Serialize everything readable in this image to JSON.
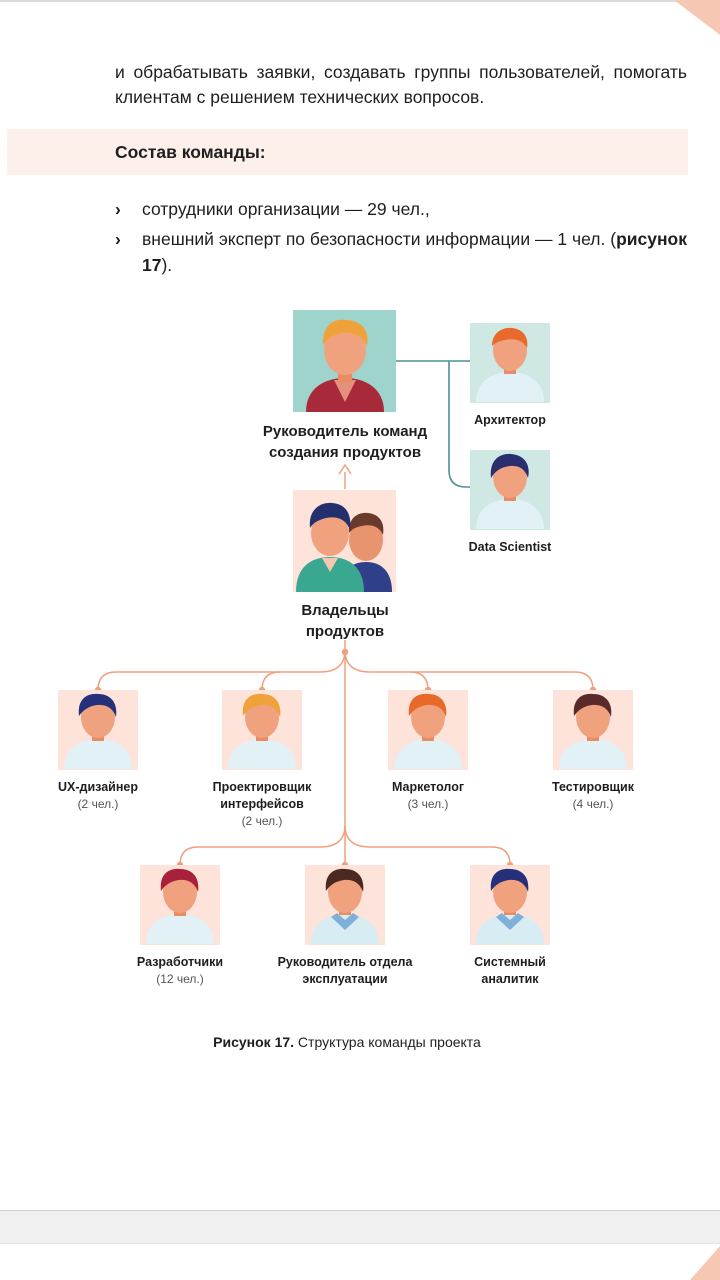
{
  "paragraph": "и обрабатывать заявки, создавать группы пользователей, помогать клиентам с решением технических вопросов.",
  "section_title": "Состав команды:",
  "bullets": [
    {
      "text": "сотрудники организации — 29 чел.,",
      "ref": "",
      "after": ""
    },
    {
      "text": "внешний эксперт по безопасности информации — 1 чел. (",
      "ref": "рисунок 17",
      "after": ")."
    }
  ],
  "bullet_symbol": "›",
  "diagram": {
    "head": {
      "line1": "Руководитель команд",
      "line2": "создания продуктов"
    },
    "architect": "Архитектор",
    "data_scientist": "Data Scientist",
    "owners": {
      "line1": "Владельцы",
      "line2": "продуктов"
    },
    "roles_row1": [
      {
        "line1": "UX-дизайнер",
        "line2": "",
        "count": "(2 чел.)"
      },
      {
        "line1": "Проектировщик",
        "line2": "интерфейсов",
        "count": "(2 чел.)"
      },
      {
        "line1": "Маркетолог",
        "line2": "",
        "count": "(3 чел.)"
      },
      {
        "line1": "Тестировщик",
        "line2": "",
        "count": "(4 чел.)"
      }
    ],
    "roles_row2": [
      {
        "line1": "Разработчики",
        "line2": "",
        "count": "(12 чел.)"
      },
      {
        "line1": "Руководитель отдела",
        "line2": "эксплуатации",
        "count": ""
      },
      {
        "line1": "Системный",
        "line2": "аналитик",
        "count": ""
      }
    ]
  },
  "caption": {
    "bold": "Рисунок 17.",
    "text": " Структура команды проекта"
  },
  "colors": {
    "accent": "#f0a07e",
    "teal": "#4f8f94",
    "peach_bg": "#fde3da",
    "mint_bg": "#cfe8e4",
    "band_bg": "#fdf0ea"
  }
}
